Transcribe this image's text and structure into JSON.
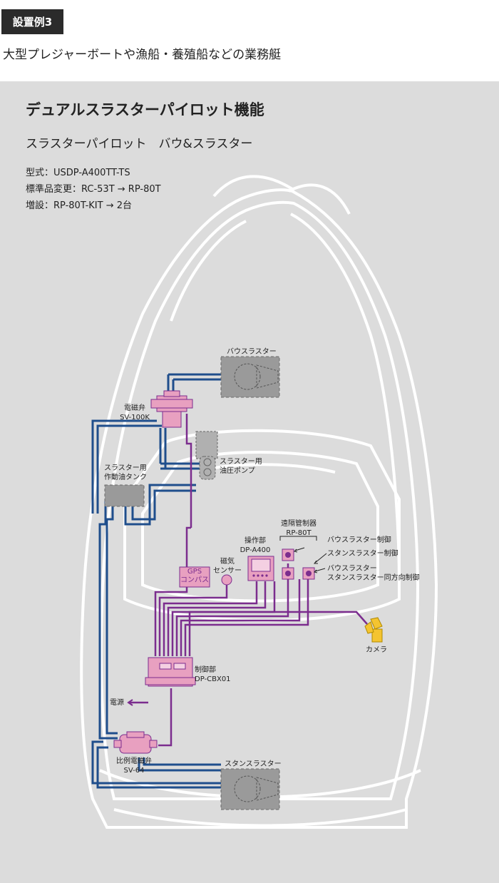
{
  "badge": "設置例3",
  "subtitle": "大型プレジャーボートや漁船・養殖船などの業務艇",
  "heading": "デュアルスラスターパイロット機能",
  "subheading": "スラスターパイロット　バウ&スラスター",
  "specs": [
    "型式：USDP-A400TT-TS",
    "標準品変更：RC-53T → RP-80T",
    "増設：RP-80T-KIT → 2台"
  ],
  "labels": {
    "bow_thruster": "バウスラスター",
    "solenoid_name": "電磁弁",
    "solenoid_model": "SV-100K",
    "pump_name": "スラスター用",
    "pump_name2": "油圧ポンプ",
    "tank_name": "スラスター用",
    "tank_name2": "作動油タンク",
    "remote_name": "遠隔管制器",
    "remote_model": "RP-80T",
    "remote_bow": "バウスラスター制御",
    "remote_stern": "スタンスラスター制御",
    "remote_both1": "バウスラスター",
    "remote_both2": "スタンスラスター同方向制御",
    "operation_name": "操作部",
    "operation_model": "DP-A400",
    "magnetic_name": "磁気",
    "magnetic_name2": "センサー",
    "gps_name": "GPS",
    "gps_name2": "コンパス",
    "camera": "カメラ",
    "control_name": "制御部",
    "control_model": "DP-CBX01",
    "power": "電源",
    "prop_name": "比例電磁弁",
    "prop_model": "SV-64",
    "stern_thruster": "スタンスラスター"
  },
  "colors": {
    "hydraulic": "#1f4e8c",
    "signal": "#7b2d8e",
    "equipment_pink": "#e8a0c0",
    "equipment_gray": "#9a9a9a",
    "hull": "#ffffff",
    "background": "#dcdcdc"
  }
}
